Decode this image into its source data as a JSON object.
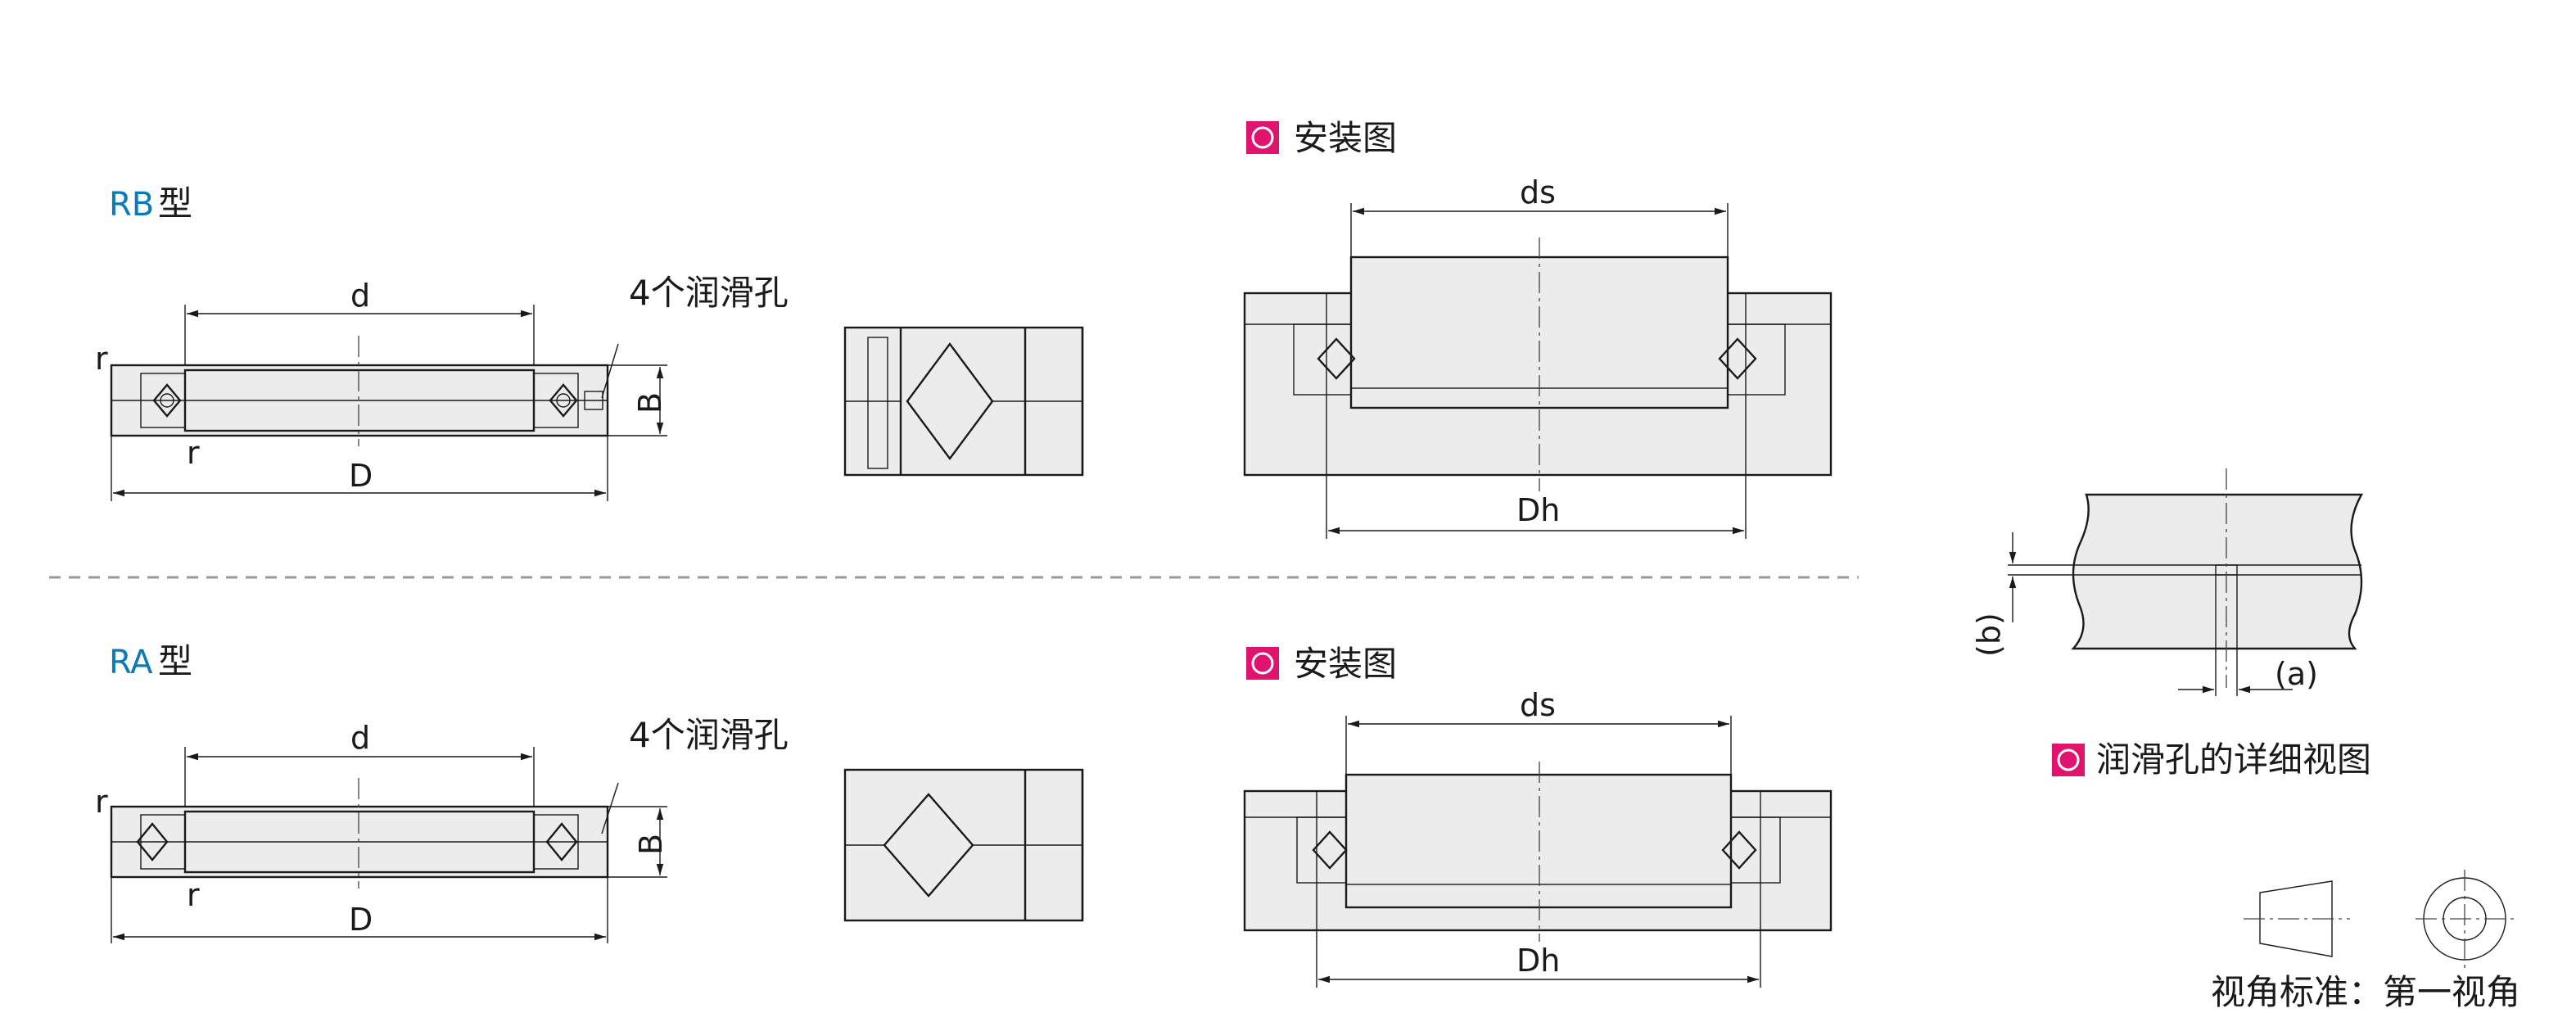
{
  "rb": {
    "type_code": "RB",
    "type_suffix": "型",
    "d": "d",
    "D": "D",
    "B": "B",
    "r1": "r",
    "r2": "r",
    "holes": "4个润滑孔"
  },
  "ra": {
    "type_code": "RA",
    "type_suffix": "型",
    "d": "d",
    "D": "D",
    "B": "B",
    "r1": "r",
    "r2": "r",
    "holes": "4个润滑孔"
  },
  "install_top": {
    "title": "安装图",
    "ds": "ds",
    "Dh": "Dh"
  },
  "install_bottom": {
    "title": "安装图",
    "ds": "ds",
    "Dh": "Dh"
  },
  "lube_detail": {
    "title": "润滑孔的详细视图",
    "a": "(a)",
    "b": "(b)"
  },
  "projection": {
    "text": "视角标准：第一视角"
  },
  "colors": {
    "accent_marker": "#e0136e",
    "type_label": "#0a7ab8",
    "part_fill": "#ececec"
  }
}
